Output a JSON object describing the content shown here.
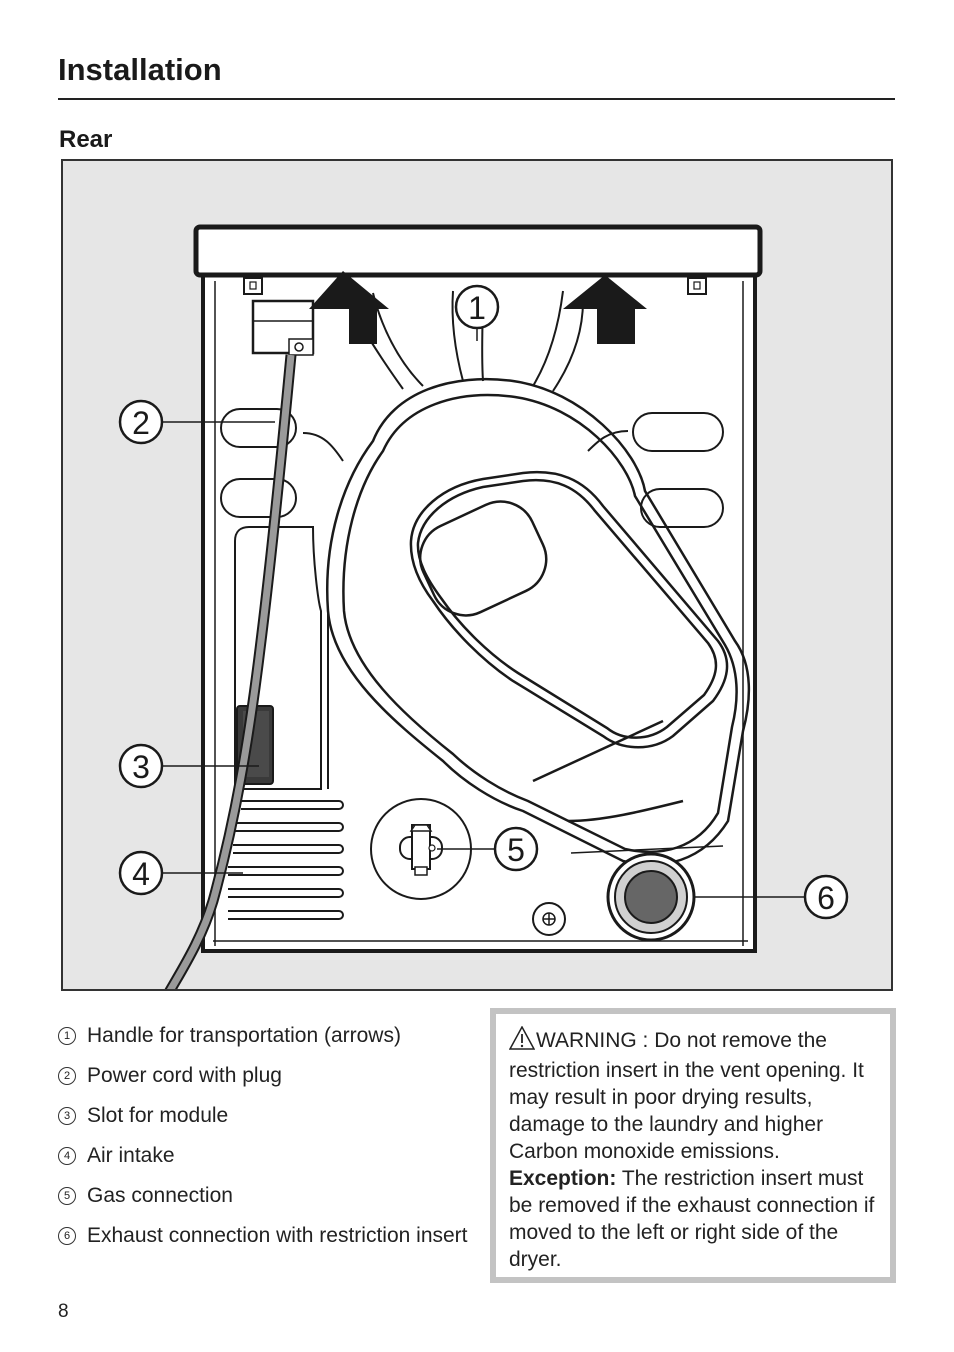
{
  "header": {
    "title": "Installation"
  },
  "section": {
    "title": "Rear"
  },
  "figure": {
    "callouts": [
      "1",
      "2",
      "3",
      "4",
      "5",
      "6"
    ]
  },
  "legend": {
    "items": [
      {
        "num": "1",
        "text": "Handle for transportation (arrows)"
      },
      {
        "num": "2",
        "text": "Power cord with plug"
      },
      {
        "num": "3",
        "text": "Slot for module"
      },
      {
        "num": "4",
        "text": "Air intake"
      },
      {
        "num": "5",
        "text": "Gas connection"
      },
      {
        "num": "6",
        "text": "Exhaust connection with restriction insert"
      }
    ]
  },
  "warning": {
    "icon": "warning-triangle-icon",
    "text": "WARNING : Do not remove the restriction insert  in the vent opening. It may result in poor drying results, damage to the laundry and higher Carbon monoxide emissions.",
    "exception_label": "Exception:",
    "exception_text": " The restriction insert must be removed if the exhaust connection if moved to the left or right side of the dryer."
  },
  "footer": {
    "page_number": "8"
  }
}
